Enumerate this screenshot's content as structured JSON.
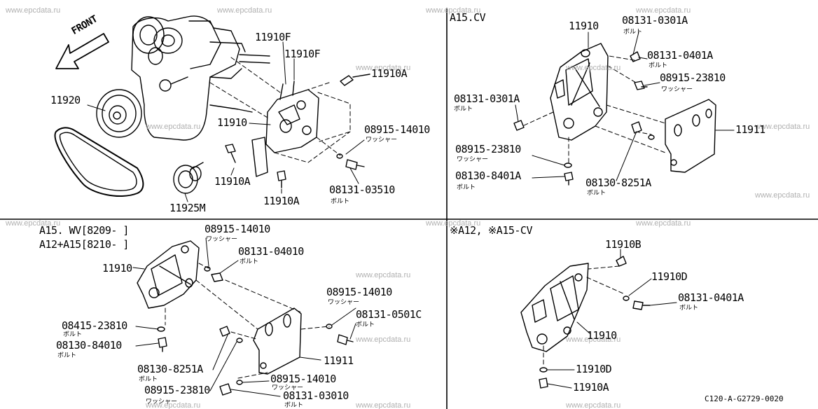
{
  "watermark": "www.epcdata.ru",
  "figure_code": "C120-A-G2729-0020",
  "front_label": "FRONT",
  "panel_top_left": {
    "labels": {
      "p11910F_a": "11910F",
      "p11910F_b": "11910F",
      "p11910A_a": "11910A",
      "p11920": "11920",
      "p11910": "11910",
      "p08915_14010": "08915-14010",
      "washer_a": "ワッシャー",
      "p11910A_b": "11910A",
      "p11910A_c": "11910A",
      "p08131_03510": "08131-03510",
      "bolt_a": "ボルト",
      "p11925M": "11925M"
    }
  },
  "panel_top_right": {
    "heading": "A15.CV",
    "labels": {
      "p11910": "11910",
      "p08131_0301A_a": "08131-0301A",
      "bolt_a": "ボルト",
      "p08131_0401A": "08131-0401A",
      "bolt_b": "ボルト",
      "p08915_23810_a": "08915-23810",
      "washer_a": "ワッシャー",
      "p08131_0301A_b": "08131-0301A",
      "bolt_c": "ボルト",
      "p11911": "11911",
      "p08915_23810_b": "08915-23810",
      "washer_b": "ワッシャー",
      "p08130_8401A": "08130-8401A",
      "bolt_d": "ボルト",
      "p08130_8251A": "08130-8251A",
      "bolt_e": "ボルト"
    }
  },
  "panel_bottom_left": {
    "heading_1": "A15. WV[8209-    ]",
    "heading_2": "A12+A15[8210-    ]",
    "labels": {
      "p08915_14010_a": "08915-14010",
      "washer_a": "ワッシャー",
      "p08131_04010": "08131-04010",
      "bolt_a": "ボルト",
      "p11910": "11910",
      "p08915_14010_b": "08915-14010",
      "washer_b": "ワッシャー",
      "p08131_0501C": "08131-0501C",
      "bolt_b": "ボルト",
      "p08415_23810": "08415-23810",
      "bolt_c": "ボルト",
      "p08130_84010": "08130-84010",
      "bolt_d": "ボルト",
      "p11911": "11911",
      "p08130_8251A": "08130-8251A",
      "bolt_e": "ボルト",
      "p08915_14010_c": "08915-14010",
      "washer_c": "ワッシャー",
      "p08915_23810": "08915-23810",
      "washer_d": "ワッシャー",
      "p08131_03010": "08131-03010",
      "bolt_f": "ボルト"
    }
  },
  "panel_bottom_right": {
    "heading": "※A12, ※A15-CV",
    "labels": {
      "p11910B": "11910B",
      "p11910D_a": "11910D",
      "p08131_0401A": "08131-0401A",
      "bolt_a": "ボルト",
      "p11910": "11910",
      "p11910D_b": "11910D",
      "p11910A": "11910A"
    }
  }
}
